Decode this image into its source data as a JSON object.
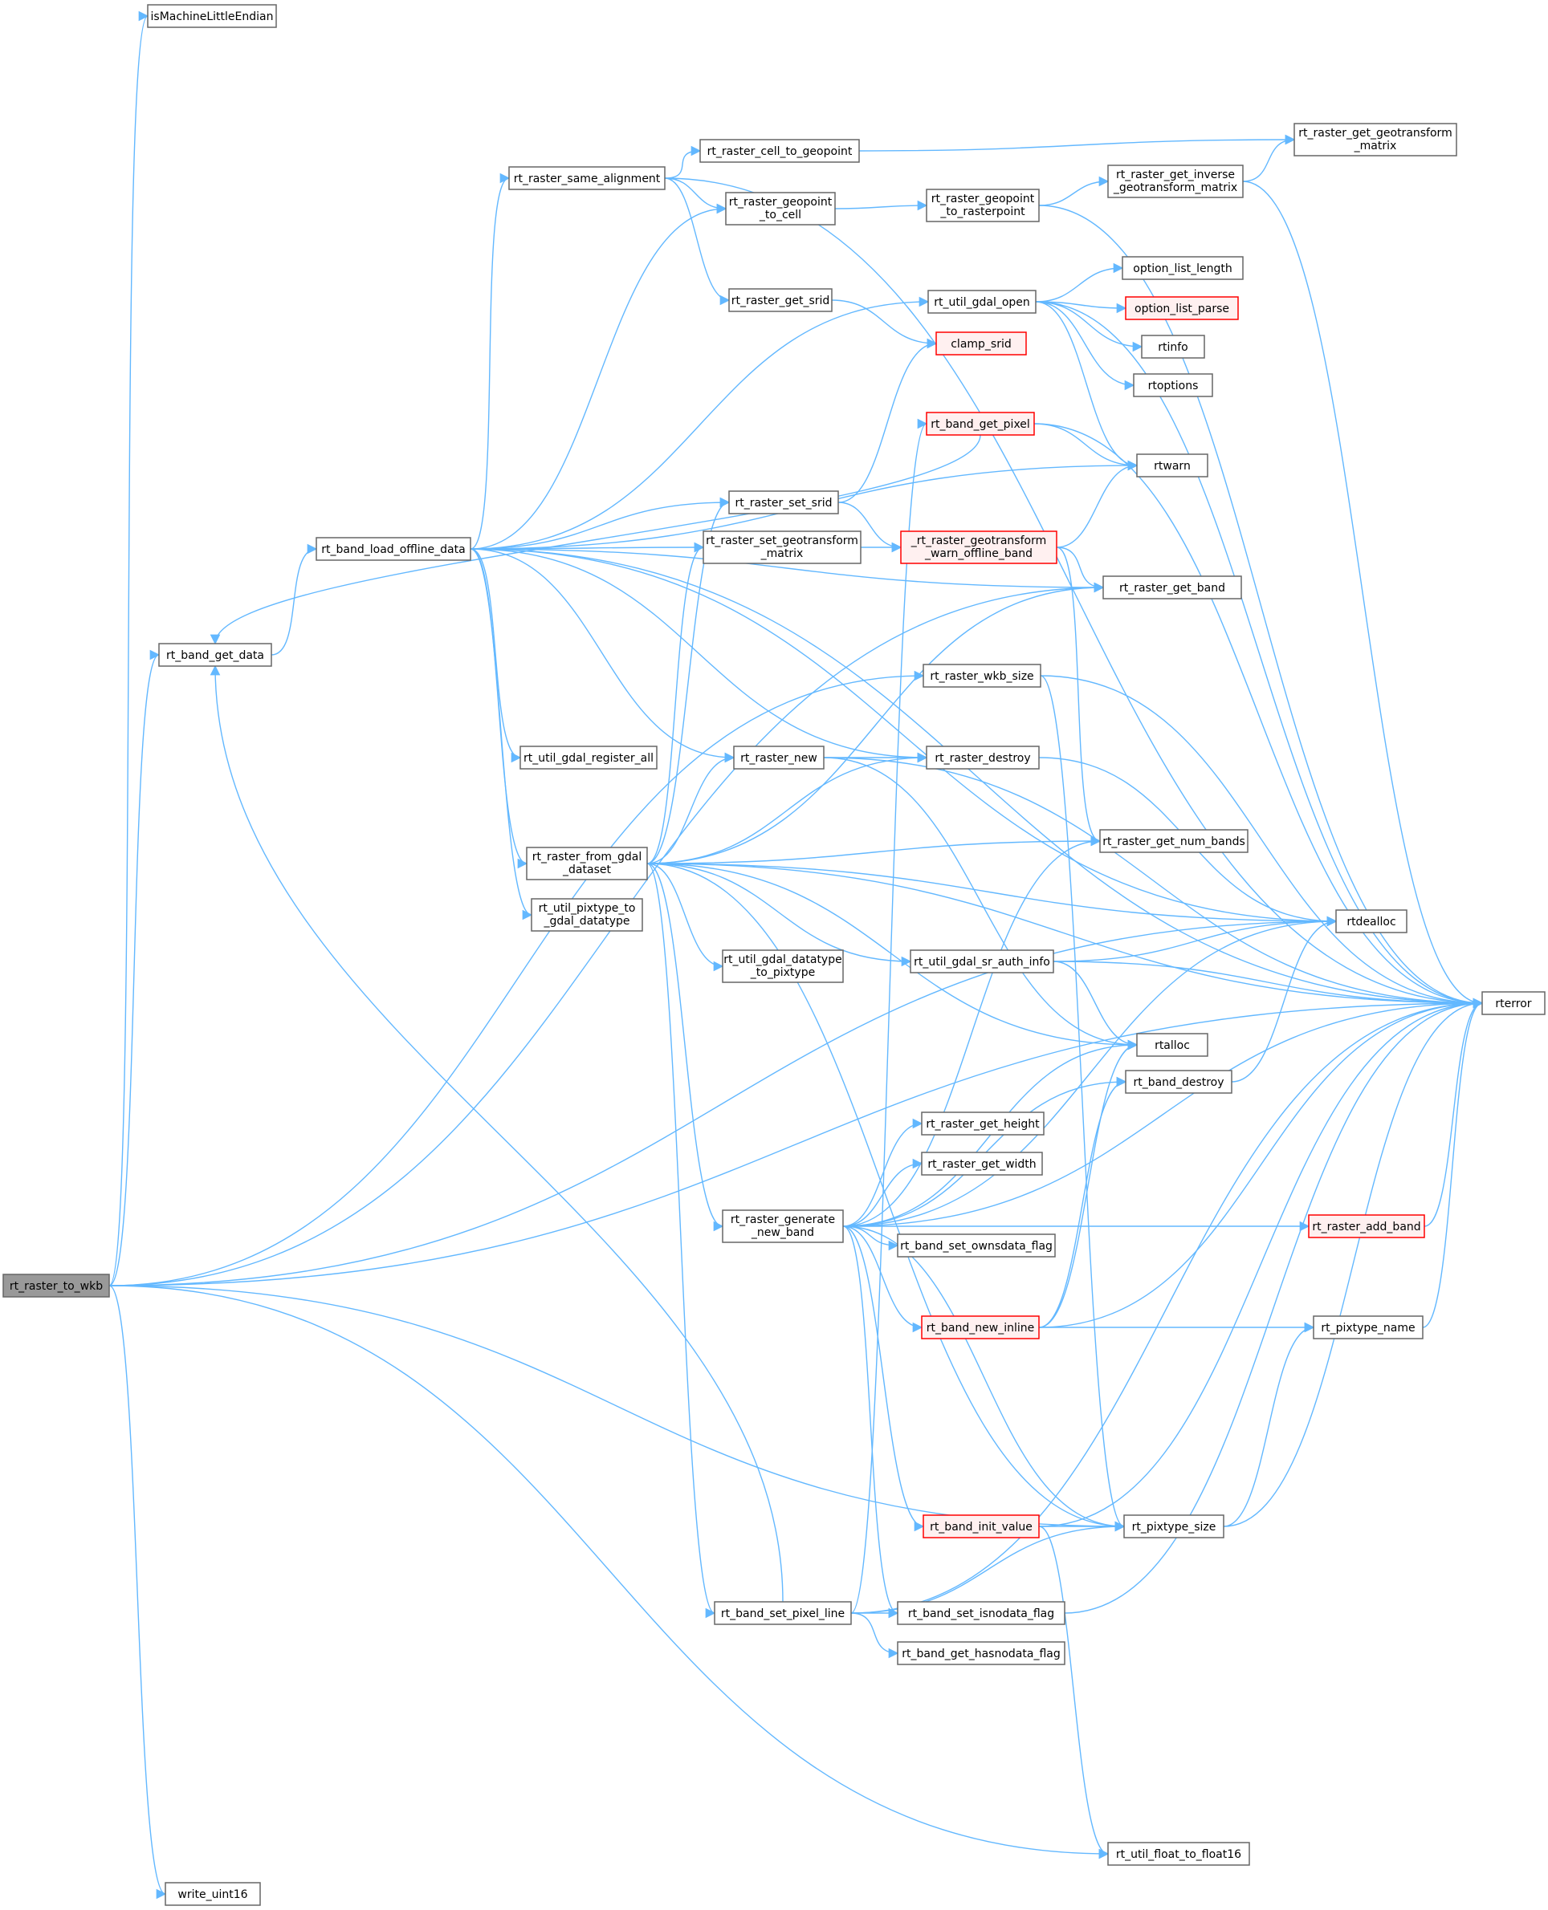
{
  "colors": {
    "edge": "#63b8ff",
    "node_border": "#666666",
    "root_fill": "#999999",
    "warn_border": "#ff0000",
    "warn_fill": "#fff0f0"
  },
  "nodes": [
    {
      "id": "n0",
      "lines": [
        "rt_raster_to_wkb"
      ],
      "style": "root"
    },
    {
      "id": "n1",
      "lines": [
        "isMachineLittleEndian"
      ]
    },
    {
      "id": "n2",
      "lines": [
        "rt_band_get_data"
      ]
    },
    {
      "id": "n3",
      "lines": [
        "write_uint16"
      ]
    },
    {
      "id": "n4",
      "lines": [
        "rt_band_load_offline_data"
      ]
    },
    {
      "id": "n5",
      "lines": [
        "rt_raster_same_alignment"
      ]
    },
    {
      "id": "n6",
      "lines": [
        "rt_util_gdal_register_all"
      ]
    },
    {
      "id": "n7",
      "lines": [
        "rt_raster_from_gdal",
        "_dataset"
      ]
    },
    {
      "id": "n8",
      "lines": [
        "rt_util_pixtype_to",
        "_gdal_datatype"
      ]
    },
    {
      "id": "n9",
      "lines": [
        "rt_raster_cell_to_geopoint"
      ]
    },
    {
      "id": "n10",
      "lines": [
        "rt_raster_geopoint",
        "_to_cell"
      ]
    },
    {
      "id": "n11",
      "lines": [
        "rt_raster_get_srid"
      ]
    },
    {
      "id": "n12",
      "lines": [
        "rt_raster_set_srid"
      ]
    },
    {
      "id": "n13",
      "lines": [
        "rt_raster_set_geotransform",
        "_matrix"
      ]
    },
    {
      "id": "n14",
      "lines": [
        "rt_raster_new"
      ]
    },
    {
      "id": "n15",
      "lines": [
        "rt_util_gdal_datatype",
        "_to_pixtype"
      ]
    },
    {
      "id": "n16",
      "lines": [
        "rt_raster_generate",
        "_new_band"
      ]
    },
    {
      "id": "n17",
      "lines": [
        "rt_band_set_pixel_line"
      ]
    },
    {
      "id": "n18",
      "lines": [
        "rt_raster_geopoint",
        "_to_rasterpoint"
      ]
    },
    {
      "id": "n19",
      "lines": [
        "rt_util_gdal_open"
      ]
    },
    {
      "id": "n20",
      "lines": [
        "clamp_srid"
      ],
      "style": "warn"
    },
    {
      "id": "n21",
      "lines": [
        "rt_band_get_pixel"
      ],
      "style": "warn"
    },
    {
      "id": "n22",
      "lines": [
        "_rt_raster_geotransform",
        "_warn_offline_band"
      ],
      "style": "warn"
    },
    {
      "id": "n23",
      "lines": [
        "rt_raster_wkb_size"
      ]
    },
    {
      "id": "n24",
      "lines": [
        "rt_raster_destroy"
      ]
    },
    {
      "id": "n25",
      "lines": [
        "rt_util_gdal_sr_auth_info"
      ]
    },
    {
      "id": "n26",
      "lines": [
        "rt_raster_get_height"
      ]
    },
    {
      "id": "n27",
      "lines": [
        "rt_raster_get_width"
      ]
    },
    {
      "id": "n28",
      "lines": [
        "rt_band_set_ownsdata_flag"
      ]
    },
    {
      "id": "n29",
      "lines": [
        "rt_band_new_inline"
      ],
      "style": "warn"
    },
    {
      "id": "n30",
      "lines": [
        "rt_band_init_value"
      ],
      "style": "warn"
    },
    {
      "id": "n31",
      "lines": [
        "rt_band_set_isnodata_flag"
      ]
    },
    {
      "id": "n32",
      "lines": [
        "rt_band_get_hasnodata_flag"
      ]
    },
    {
      "id": "n33",
      "lines": [
        "rt_raster_get_inverse",
        "_geotransform_matrix"
      ]
    },
    {
      "id": "n34",
      "lines": [
        "option_list_length"
      ]
    },
    {
      "id": "n35",
      "lines": [
        "option_list_parse"
      ],
      "style": "warn"
    },
    {
      "id": "n36",
      "lines": [
        "rtinfo"
      ]
    },
    {
      "id": "n37",
      "lines": [
        "rtoptions"
      ]
    },
    {
      "id": "n38",
      "lines": [
        "rtwarn"
      ]
    },
    {
      "id": "n39",
      "lines": [
        "rt_raster_get_band"
      ]
    },
    {
      "id": "n40",
      "lines": [
        "rt_raster_get_num_bands"
      ]
    },
    {
      "id": "n41",
      "lines": [
        "rtalloc"
      ]
    },
    {
      "id": "n42",
      "lines": [
        "rt_band_destroy"
      ]
    },
    {
      "id": "n43",
      "lines": [
        "rt_pixtype_size"
      ]
    },
    {
      "id": "n44",
      "lines": [
        "rt_util_float_to_float16"
      ]
    },
    {
      "id": "n45",
      "lines": [
        "rt_raster_get_geotransform",
        "_matrix"
      ]
    },
    {
      "id": "n46",
      "lines": [
        "rtdealloc"
      ]
    },
    {
      "id": "n47",
      "lines": [
        "rt_raster_add_band"
      ],
      "style": "warn"
    },
    {
      "id": "n48",
      "lines": [
        "rt_pixtype_name"
      ]
    },
    {
      "id": "n49",
      "lines": [
        "rterror"
      ]
    }
  ],
  "edges": [
    [
      "n0",
      "n1"
    ],
    [
      "n0",
      "n2"
    ],
    [
      "n0",
      "n3"
    ],
    [
      "n0",
      "n23"
    ],
    [
      "n0",
      "n39"
    ],
    [
      "n0",
      "n43"
    ],
    [
      "n0",
      "n44"
    ],
    [
      "n0",
      "n46"
    ],
    [
      "n0",
      "n49"
    ],
    [
      "n2",
      "n4"
    ],
    [
      "n4",
      "n5"
    ],
    [
      "n4",
      "n6"
    ],
    [
      "n4",
      "n7"
    ],
    [
      "n4",
      "n8"
    ],
    [
      "n4",
      "n10"
    ],
    [
      "n4",
      "n12"
    ],
    [
      "n4",
      "n13"
    ],
    [
      "n4",
      "n14"
    ],
    [
      "n4",
      "n19"
    ],
    [
      "n4",
      "n24"
    ],
    [
      "n4",
      "n38"
    ],
    [
      "n4",
      "n39"
    ],
    [
      "n4",
      "n46"
    ],
    [
      "n4",
      "n49"
    ],
    [
      "n5",
      "n9"
    ],
    [
      "n5",
      "n10"
    ],
    [
      "n5",
      "n11"
    ],
    [
      "n5",
      "n49"
    ],
    [
      "n7",
      "n12"
    ],
    [
      "n7",
      "n13"
    ],
    [
      "n7",
      "n14"
    ],
    [
      "n7",
      "n15"
    ],
    [
      "n7",
      "n16"
    ],
    [
      "n7",
      "n17"
    ],
    [
      "n7",
      "n24"
    ],
    [
      "n7",
      "n25"
    ],
    [
      "n7",
      "n39"
    ],
    [
      "n7",
      "n40"
    ],
    [
      "n7",
      "n41"
    ],
    [
      "n7",
      "n43"
    ],
    [
      "n7",
      "n46"
    ],
    [
      "n7",
      "n49"
    ],
    [
      "n9",
      "n45"
    ],
    [
      "n10",
      "n18"
    ],
    [
      "n11",
      "n20"
    ],
    [
      "n12",
      "n20"
    ],
    [
      "n12",
      "n22"
    ],
    [
      "n13",
      "n22"
    ],
    [
      "n14",
      "n24"
    ],
    [
      "n14",
      "n41"
    ],
    [
      "n14",
      "n49"
    ],
    [
      "n16",
      "n26"
    ],
    [
      "n16",
      "n27"
    ],
    [
      "n16",
      "n28"
    ],
    [
      "n16",
      "n29"
    ],
    [
      "n16",
      "n30"
    ],
    [
      "n16",
      "n31"
    ],
    [
      "n16",
      "n40"
    ],
    [
      "n16",
      "n41"
    ],
    [
      "n16",
      "n42"
    ],
    [
      "n16",
      "n43"
    ],
    [
      "n16",
      "n46"
    ],
    [
      "n16",
      "n47"
    ],
    [
      "n16",
      "n49"
    ],
    [
      "n17",
      "n2"
    ],
    [
      "n17",
      "n21"
    ],
    [
      "n17",
      "n31"
    ],
    [
      "n17",
      "n32"
    ],
    [
      "n17",
      "n43"
    ],
    [
      "n17",
      "n49"
    ],
    [
      "n18",
      "n33"
    ],
    [
      "n18",
      "n49"
    ],
    [
      "n19",
      "n34"
    ],
    [
      "n19",
      "n35"
    ],
    [
      "n19",
      "n36"
    ],
    [
      "n19",
      "n37"
    ],
    [
      "n19",
      "n38"
    ],
    [
      "n19",
      "n49"
    ],
    [
      "n21",
      "n2"
    ],
    [
      "n21",
      "n38"
    ],
    [
      "n21",
      "n49"
    ],
    [
      "n22",
      "n38"
    ],
    [
      "n22",
      "n39"
    ],
    [
      "n22",
      "n40"
    ],
    [
      "n23",
      "n43"
    ],
    [
      "n23",
      "n49"
    ],
    [
      "n24",
      "n46"
    ],
    [
      "n25",
      "n41"
    ],
    [
      "n25",
      "n46"
    ],
    [
      "n25",
      "n49"
    ],
    [
      "n29",
      "n41"
    ],
    [
      "n29",
      "n42"
    ],
    [
      "n29",
      "n48"
    ],
    [
      "n29",
      "n49"
    ],
    [
      "n30",
      "n43"
    ],
    [
      "n30",
      "n44"
    ],
    [
      "n30",
      "n49"
    ],
    [
      "n31",
      "n49"
    ],
    [
      "n33",
      "n45"
    ],
    [
      "n33",
      "n49"
    ],
    [
      "n42",
      "n46"
    ],
    [
      "n43",
      "n48"
    ],
    [
      "n43",
      "n49"
    ],
    [
      "n47",
      "n49"
    ],
    [
      "n48",
      "n49"
    ]
  ]
}
